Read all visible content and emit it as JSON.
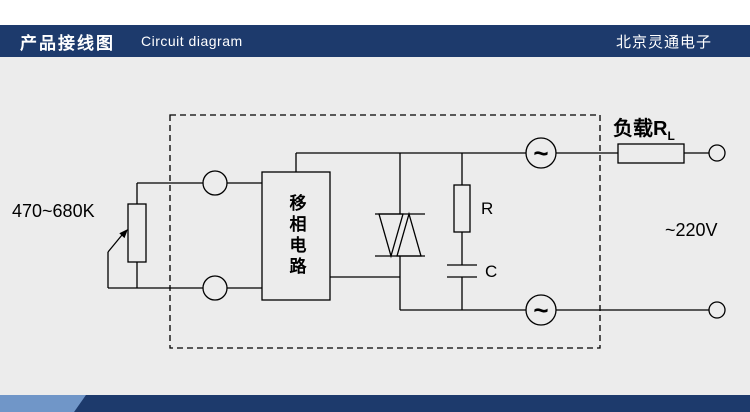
{
  "header": {
    "title_zh": "产品接线图",
    "title_en": "Circuit diagram",
    "brand": "北京灵通电子"
  },
  "colors": {
    "header_bg": "#1d3a6c",
    "footer_bg": "#1d3a6c",
    "footer_accent": "#7096c8",
    "body_bg": "#ececec",
    "line": "#000000"
  },
  "diagram": {
    "pot_label": "470~680K",
    "phase_box_label": "移相电路",
    "resistor_label": "R",
    "capacitor_label": "C",
    "load_label": "负载R",
    "load_label_sub": "L",
    "voltage_label": "~220V",
    "ac_source_symbol": "~"
  }
}
